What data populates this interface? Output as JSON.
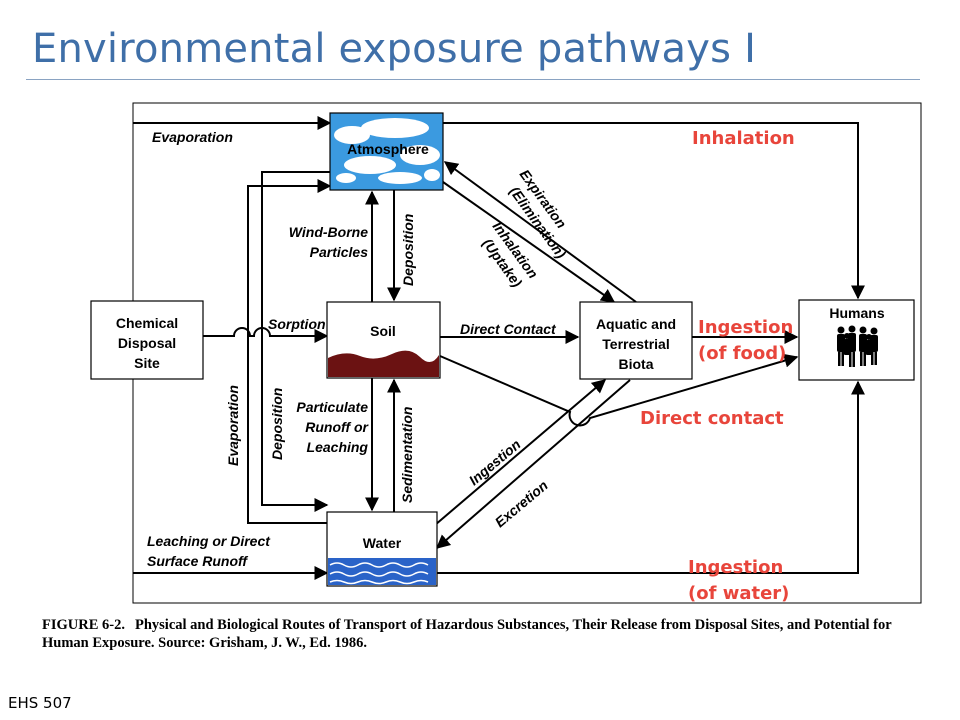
{
  "slide": {
    "title": "Environmental exposure pathways I",
    "footer": "EHS 507"
  },
  "nodes": {
    "atmosphere": "Atmosphere",
    "chemical_site": [
      "Chemical",
      "Disposal",
      "Site"
    ],
    "soil": "Soil",
    "water": "Water",
    "biota": [
      "Aquatic and",
      "Terrestrial",
      "Biota"
    ],
    "humans": "Humans"
  },
  "edge_labels": {
    "evaporation_top": "Evaporation",
    "wind_borne": [
      "Wind-Borne",
      "Particles"
    ],
    "deposition_vertical": "Deposition",
    "expiration": [
      "Expiration",
      "(Elimination)"
    ],
    "inhalation_uptake": [
      "Inhalation",
      "(Uptake)"
    ],
    "sorption": "Sorption",
    "direct_contact_black": "Direct Contact",
    "evaporation_left": "Evaporation",
    "deposition_left": "Deposition",
    "particulate": [
      "Particulate",
      "Runoff or",
      "Leaching"
    ],
    "sedimentation": "Sedimentation",
    "ingestion": "Ingestion",
    "excretion": "Excretion",
    "leaching_direct": [
      "Leaching or Direct",
      "Surface Runoff"
    ]
  },
  "exposure_labels": {
    "inhalation": "Inhalation",
    "ingestion_food": [
      "Ingestion",
      "(of food)"
    ],
    "direct_contact": "Direct contact",
    "ingestion_water": [
      "Ingestion",
      "(of water)"
    ]
  },
  "caption": {
    "label": "FIGURE 6-2.",
    "text": "Physical and Biological Routes of Transport of Hazardous Substances, Their Release from Disposal Sites, and Potential for Human Exposure. Source: Grisham, J. W., Ed. 1986."
  },
  "colors": {
    "title": "#3f6fa8",
    "exposure_red": "#e8453b",
    "sky_blue": "#3b9ae0",
    "soil_brown": "#6b1212",
    "water_blue": "#2a63c8"
  }
}
